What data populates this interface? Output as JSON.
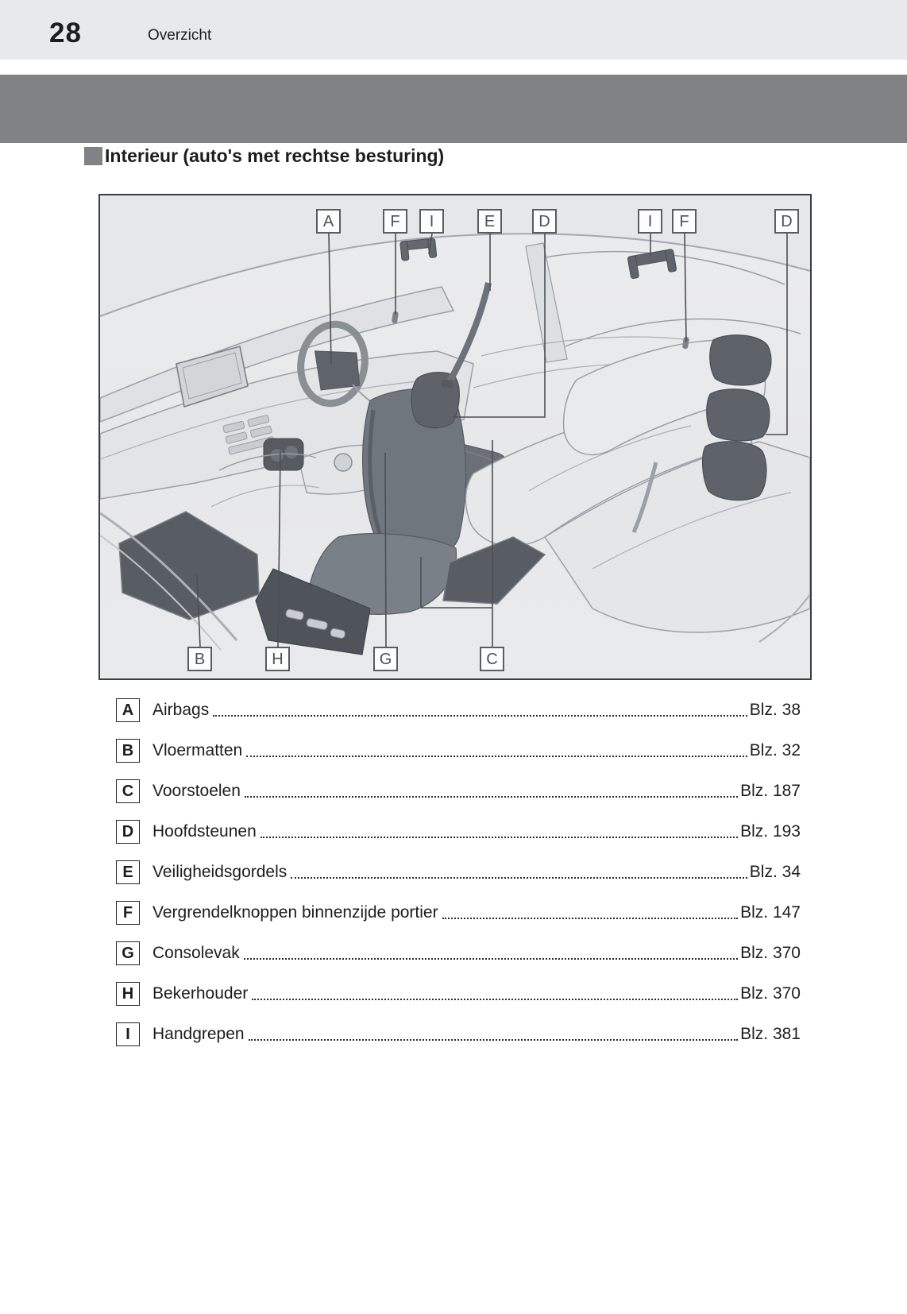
{
  "page": {
    "number": "28",
    "section_header": "Overzicht"
  },
  "section": {
    "title": "Interieur (auto's met rechtse besturing)"
  },
  "diagram": {
    "top_labels": [
      "A",
      "F",
      "I",
      "E",
      "D",
      "I",
      "F",
      "D"
    ],
    "bottom_labels": [
      "B",
      "H",
      "G",
      "C"
    ]
  },
  "legend": {
    "items": [
      {
        "key": "A",
        "label": "Airbags",
        "page_ref": "Blz. 38"
      },
      {
        "key": "B",
        "label": "Vloermatten",
        "page_ref": "Blz. 32"
      },
      {
        "key": "C",
        "label": "Voorstoelen",
        "page_ref": "Blz. 187"
      },
      {
        "key": "D",
        "label": "Hoofdsteunen",
        "page_ref": "Blz. 193"
      },
      {
        "key": "E",
        "label": "Veiligheidsgordels",
        "page_ref": "Blz. 34"
      },
      {
        "key": "F",
        "label": "Vergrendelknoppen binnenzijde portier",
        "page_ref": "Blz. 147"
      },
      {
        "key": "G",
        "label": "Consolevak",
        "page_ref": "Blz. 370"
      },
      {
        "key": "H",
        "label": "Bekerhouder",
        "page_ref": "Blz. 370"
      },
      {
        "key": "I",
        "label": "Handgrepen",
        "page_ref": "Blz. 381"
      }
    ]
  },
  "colors": {
    "banner": "#818285",
    "header_band": "#e8e9eb",
    "title_square": "#818285"
  }
}
